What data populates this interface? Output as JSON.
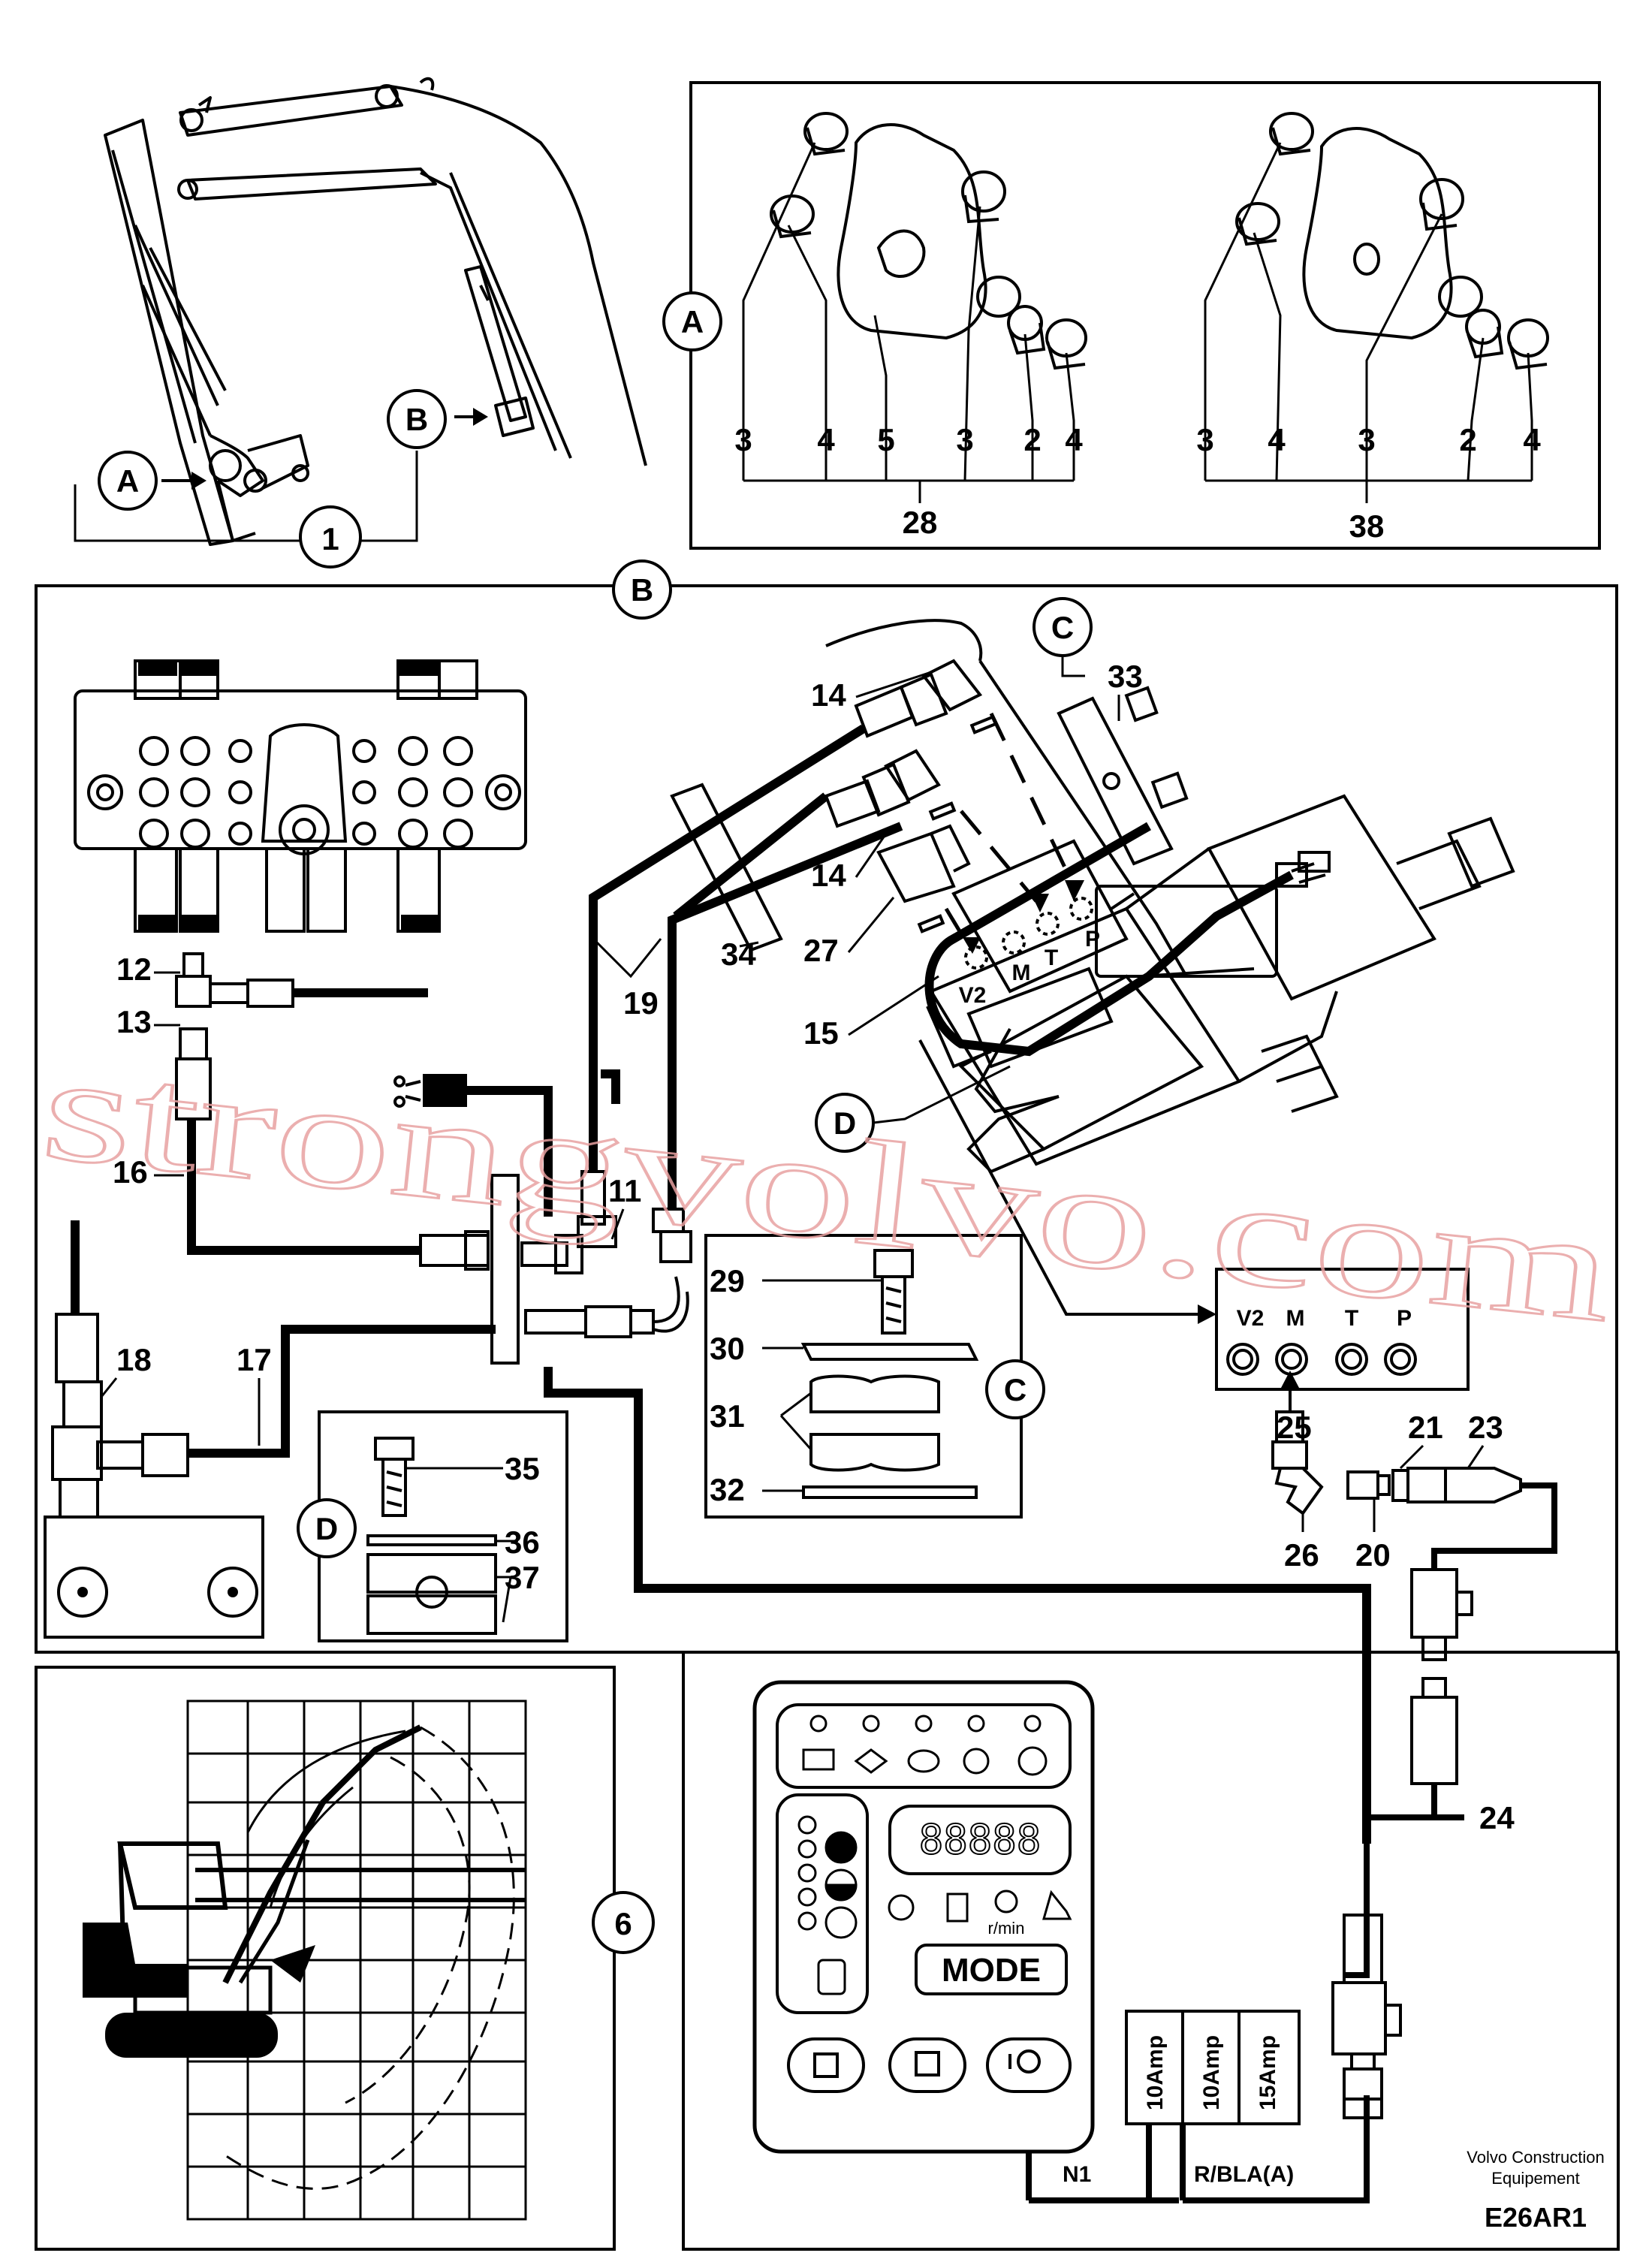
{
  "callouts": {
    "A": "A",
    "B": "B",
    "C": "C",
    "D": "D",
    "one": "1",
    "six": "6"
  },
  "part_numbers": {
    "n2": "2",
    "n3": "3",
    "n4": "4",
    "n5": "5",
    "n11": "11",
    "n12": "12",
    "n13": "13",
    "n14": "14",
    "n15": "15",
    "n16": "16",
    "n17": "17",
    "n18": "18",
    "n19": "19",
    "n20": "20",
    "n21": "21",
    "n23": "23",
    "n24": "24",
    "n25": "25",
    "n26": "26",
    "n27": "27",
    "n28": "28",
    "n29": "29",
    "n30": "30",
    "n31": "31",
    "n32": "32",
    "n33": "33",
    "n34": "34",
    "n35": "35",
    "n36": "36",
    "n37": "37",
    "n38": "38"
  },
  "ports": {
    "v2": "V2",
    "m": "M",
    "t": "T",
    "p": "P"
  },
  "panel": {
    "mode": "MODE",
    "display": "88888",
    "rpm": "r/min"
  },
  "fuses": [
    "10Amp",
    "10Amp",
    "15Amp"
  ],
  "wires": {
    "n1": "N1",
    "rbla": "R/BLA(A)"
  },
  "watermark": "strongvolvo.com",
  "footer": {
    "brand_line1": "Volvo Construction",
    "brand_line2": "Equipement",
    "code": "E26AR1"
  },
  "colors": {
    "line": "#000000",
    "watermark": "#e8a2a2",
    "background": "#ffffff"
  }
}
